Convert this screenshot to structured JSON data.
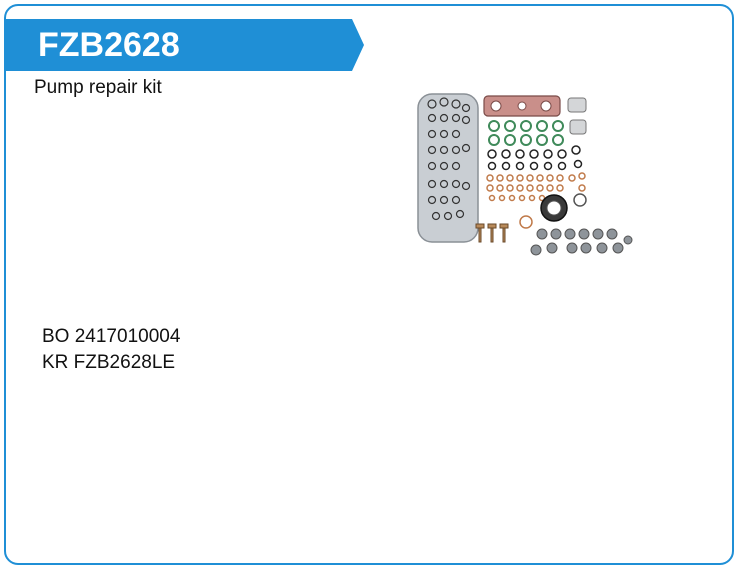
{
  "product": {
    "code": "FZB2628",
    "description": "Pump repair kit",
    "banner_color": "#1f8fd6",
    "references": [
      "BO 2417010004",
      "KR FZB2628LE"
    ]
  }
}
